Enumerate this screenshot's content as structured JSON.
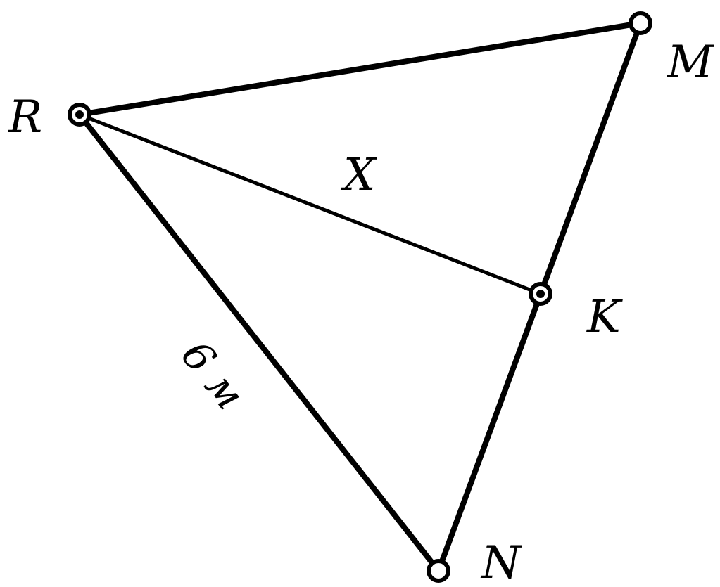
{
  "points": {
    "R": {
      "label": "R"
    },
    "M": {
      "label": "M"
    },
    "K": {
      "label": "K"
    },
    "N": {
      "label": "N"
    }
  },
  "segments": {
    "RN": {
      "label": "6 м"
    },
    "RK": {
      "label": "X"
    }
  }
}
